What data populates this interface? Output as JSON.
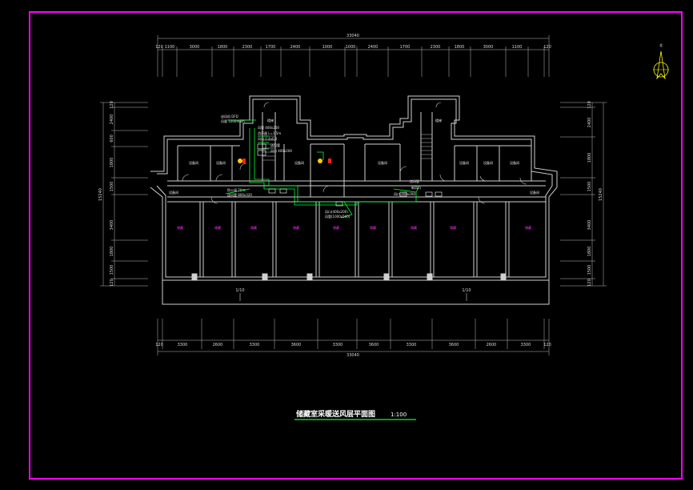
{
  "sheet": {
    "title": "储藏室采暖送风层平面图",
    "scale": "1:100",
    "border_color": "#ff00ff",
    "wall_color": "#d0d0d0",
    "pipe_color": "#00ff33",
    "room_label_color": "#ff33ff"
  },
  "dims": {
    "top_total": "33040",
    "top_segments": [
      "120",
      "1100",
      "3000",
      "1800",
      "2300",
      "1700",
      "2400",
      "1000",
      "1000",
      "2400",
      "1700",
      "2300",
      "1800",
      "3000",
      "1100",
      "120"
    ],
    "bottom_total": "33040",
    "bottom_segments": [
      "120",
      "3300",
      "2600",
      "3300",
      "3600",
      "3300",
      "3600",
      "3300",
      "3600",
      "2600",
      "3300",
      "120"
    ],
    "left_segments": [
      "120",
      "2400",
      "600",
      "1800",
      "1500",
      "3400",
      "1800",
      "1500",
      "120"
    ],
    "left_total": "15240",
    "right_segments": [
      "120",
      "2400",
      "1800",
      "1500",
      "3400",
      "1800",
      "1500",
      "120"
    ],
    "right_total": "15240"
  },
  "axis_marks": [
    "1/10",
    "1/10"
  ],
  "north": {
    "label": "北"
  },
  "rooms": {
    "storage_label": "储藏",
    "upper_label": "设备间",
    "stair_label": "楼梯"
  },
  "notes": [
    "送风机 DFD",
    "风量 1000m3/h",
    "风管 400x200",
    "消声器 L=1.5m",
    "风口 0.4x0.2",
    "送风管",
    "风口 400x200",
    "防火阀 70℃",
    "送风管 800x320",
    "风口(400x200)",
    "风管(1000x500)",
    "送风管",
    "新风口",
    "风口 400x200"
  ]
}
